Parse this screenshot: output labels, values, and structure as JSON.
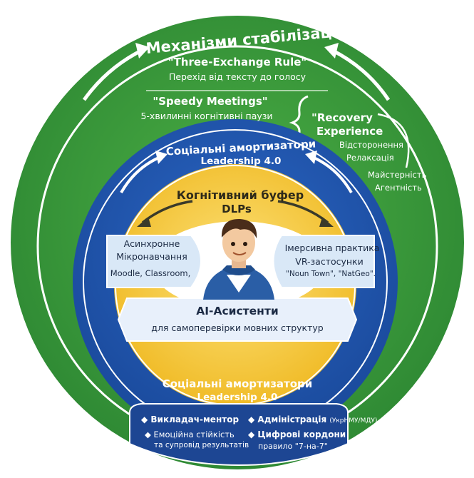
{
  "outer": {
    "title": "Механізми стабілізації",
    "rule1_title": "\"Three-Exchange Rule\"",
    "rule1_sub": "Перехід від тексту до голосу",
    "rule2_title": "\"Speedy Meetings\"",
    "rule2_sub": "5-хвилинні когнітивні паузи",
    "recovery_title_1": "\"Recovery",
    "recovery_title_2": "Experience",
    "recovery_items": [
      "Відсторонення",
      "Релаксація",
      "Майстерність",
      "Агентність"
    ]
  },
  "middle": {
    "top_title": "Соціальні амортизатори",
    "top_sub": "Leadership 4.0",
    "bottom_title": "Соціальні амортизатори",
    "bottom_sub": "Leadership 4.0"
  },
  "inner": {
    "title": "Когнітивний буфер",
    "sub": "DLPs",
    "left_1": "Асинхронне",
    "left_2": "Мікронавчання",
    "left_3": "Moodle, Classroom,",
    "right_1": "Імерсивна практика",
    "right_2": "VR-застосунки",
    "right_3": "\"Noun Town\", \"NatGeo\".",
    "ai_title": "AI-Асистенти",
    "ai_sub": "для самоперевірки мовних структур"
  },
  "bottom": {
    "item1": "◆ Викладач-ментор",
    "item2": "◆ Адміністрація",
    "item2_small": "(УкрНМУ/МДУ)",
    "item3a": "◆ Емоційна стійкість",
    "item3b": "та супровід результатів",
    "item4a": "◆ Цифрові кордони",
    "item4b": "правило \"7-на-7\""
  },
  "colors": {
    "green": "#3f9a3c",
    "blue": "#2256b0",
    "yellow": "#f2c12e",
    "light_blue": "#dbe9f8"
  }
}
